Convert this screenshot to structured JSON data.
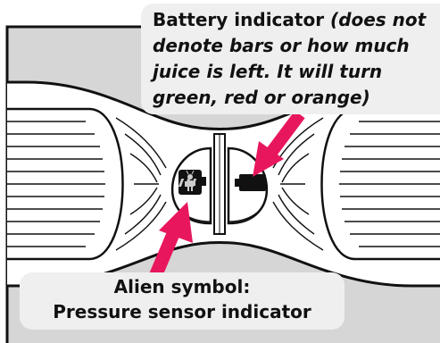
{
  "callouts": {
    "battery": {
      "title": "Battery indicator",
      "note": "(does not denote bars or how much juice is left. It will turn green, red or orange)"
    },
    "alien": {
      "line1": "Alien symbol:",
      "line2": "Pressure sensor indicator"
    }
  },
  "icons": {
    "alien": "alien-robot-icon",
    "battery": "battery-icon"
  },
  "colors": {
    "arrow": "#e8175d",
    "outline": "#111111",
    "background": "#d6d6d6",
    "callout_fill": "#efefef"
  }
}
